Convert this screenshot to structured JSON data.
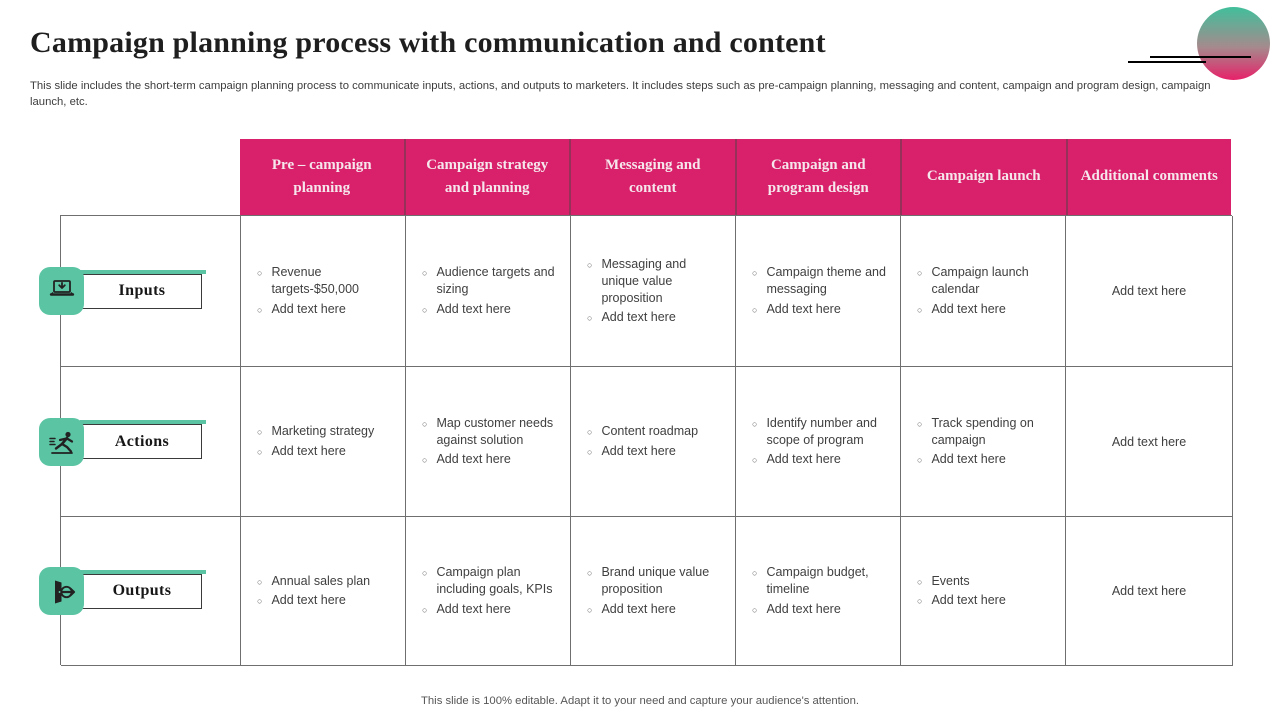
{
  "slide": {
    "title": "Campaign planning process with communication and content",
    "subtitle": "This slide includes the short-term campaign planning process to communicate inputs, actions, and outputs to marketers. It includes steps such as pre-campaign planning, messaging and content, campaign and program design, campaign launch, etc.",
    "footer": "This slide is 100% editable. Adapt it to your need and capture your audience's attention."
  },
  "ui": {
    "bullet": "○"
  },
  "colors": {
    "header_pink": "#d8216a",
    "accent_teal": "#5bc4a3",
    "circle_gradient_top": "#41bf9b",
    "circle_gradient_bottom": "#e72169",
    "grid_border": "#6f6f6f",
    "body_text": "#404040"
  },
  "table": {
    "columns": [
      "Pre – campaign planning",
      "Campaign strategy and planning",
      "Messaging and content",
      "Campaign and program design",
      "Campaign launch",
      "Additional comments"
    ],
    "rows": [
      {
        "label": "Inputs",
        "icon": "laptop-download-icon",
        "cells": [
          {
            "bullets": [
              "Revenue targets-$50,000",
              "Add text here"
            ]
          },
          {
            "bullets": [
              "Audience targets and sizing",
              "Add text here"
            ]
          },
          {
            "bullets": [
              "Messaging and unique value proposition",
              "Add text here"
            ]
          },
          {
            "bullets": [
              "Campaign theme and messaging",
              "Add text here"
            ]
          },
          {
            "bullets": [
              "Campaign launch calendar",
              "Add text here"
            ]
          },
          {
            "text": "Add text here"
          }
        ]
      },
      {
        "label": "Actions",
        "icon": "running-man-icon",
        "cells": [
          {
            "bullets": [
              "Marketing strategy",
              "Add text here"
            ]
          },
          {
            "bullets": [
              "Map customer needs against solution",
              "Add text here"
            ]
          },
          {
            "bullets": [
              "Content roadmap",
              "Add text here"
            ]
          },
          {
            "bullets": [
              "Identify number and scope of program",
              "Add text here"
            ]
          },
          {
            "bullets": [
              "Track spending on campaign",
              "Add text here"
            ]
          },
          {
            "text": "Add text here"
          }
        ]
      },
      {
        "label": "Outputs",
        "icon": "door-exit-icon",
        "cells": [
          {
            "bullets": [
              "Annual sales plan",
              "Add text here"
            ]
          },
          {
            "bullets": [
              "Campaign plan including goals, KPIs",
              "Add text here"
            ]
          },
          {
            "bullets": [
              "Brand unique value proposition",
              "Add text here"
            ]
          },
          {
            "bullets": [
              "Campaign budget, timeline",
              "Add text here"
            ]
          },
          {
            "bullets": [
              "Events",
              "Add text here"
            ]
          },
          {
            "text": "Add text here"
          }
        ]
      }
    ]
  }
}
